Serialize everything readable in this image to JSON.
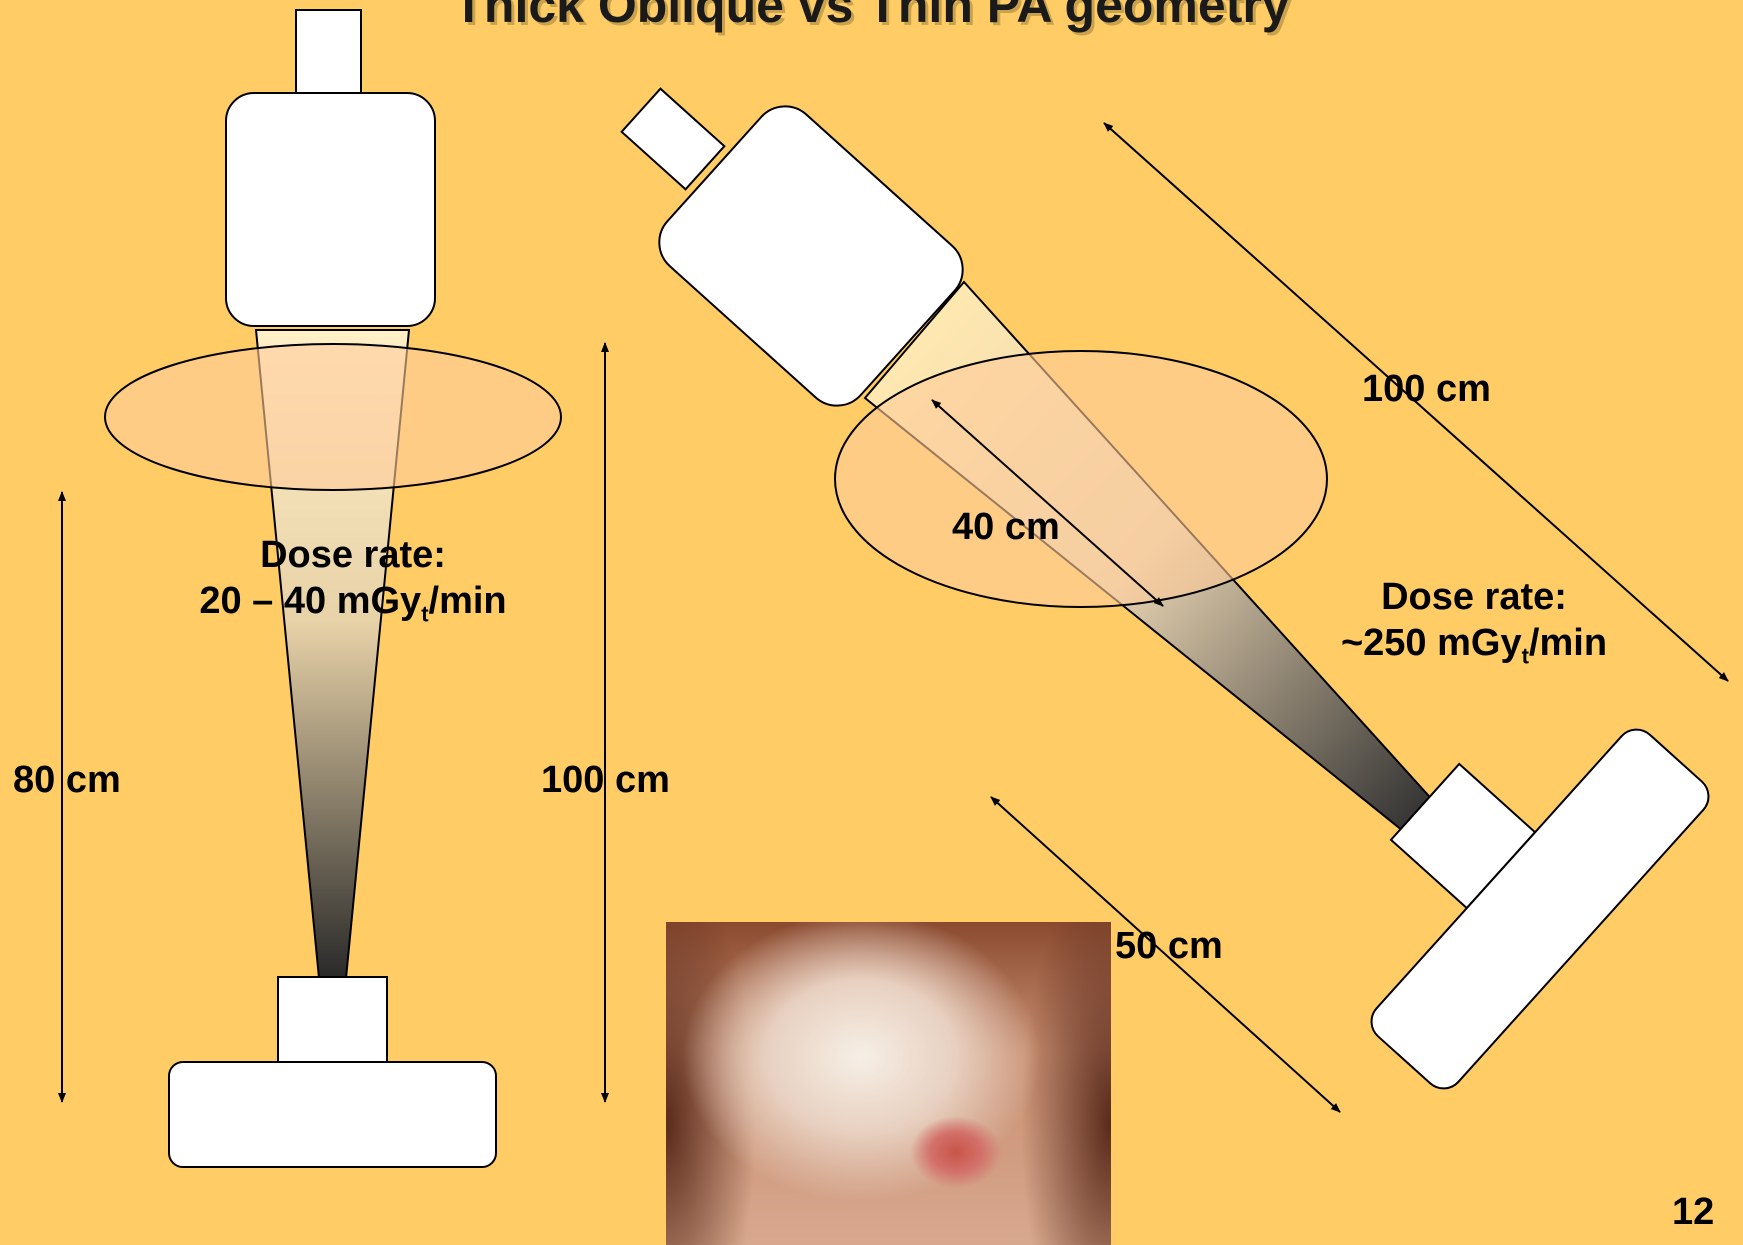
{
  "slide": {
    "title": "Thick Oblique vs Thin PA geometry",
    "page_number": "12"
  },
  "pa_geometry": {
    "dose_rate_label": "Dose rate:",
    "dose_rate_value": "20 – 40 mGy",
    "dose_rate_sub": "t",
    "dose_rate_unit": "/min",
    "source_to_skin": "80 cm",
    "source_to_detector": "100 cm"
  },
  "oblique_geometry": {
    "dose_rate_label": "Dose rate:",
    "dose_rate_value": "~250 mGy",
    "dose_rate_sub": "t",
    "dose_rate_unit": "/min",
    "patient_thickness": "40 cm",
    "source_to_detector": "100 cm",
    "source_to_skin": "50 cm"
  },
  "colors": {
    "background": "#FFCC66",
    "patient_ellipse": "#FFCC99",
    "equipment": "#FFFFFF",
    "outline": "#000000"
  }
}
